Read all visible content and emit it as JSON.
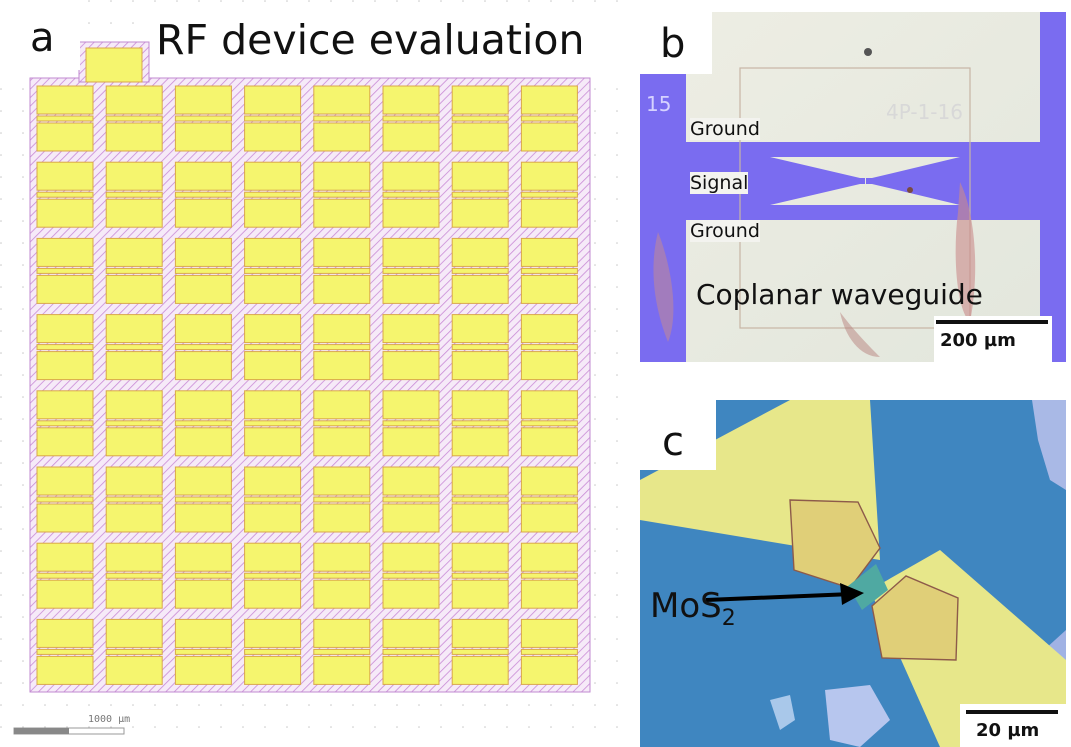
{
  "panel_a": {
    "letter": "a",
    "title": "RF device evaluation",
    "scale_bar_label": "1000 µm",
    "grid_rows": 8,
    "grid_cols": 8,
    "colors": {
      "pad": "#f5f56e",
      "pad_edge": "#d9a84a",
      "hatch": "#c98ad6",
      "background": "#ffffff"
    }
  },
  "panel_b": {
    "letter": "b",
    "device_id": "15",
    "chip_label": "4P-1-16",
    "ground_top_label": "Ground",
    "signal_label": "Signal",
    "ground_bottom_label": "Ground",
    "caption": "Coplanar waveguide",
    "scale_bar_label": "200 µm",
    "colors": {
      "metal": "#7a6cf0",
      "substrate": "#ecece0"
    }
  },
  "panel_c": {
    "letter": "c",
    "material_label": "MoS",
    "material_subscript": "2",
    "scale_bar_label": "20 µm",
    "colors": {
      "substrate": "#3f86c0",
      "electrode": "#e7e78a",
      "flake": "#a9b9e6"
    }
  }
}
